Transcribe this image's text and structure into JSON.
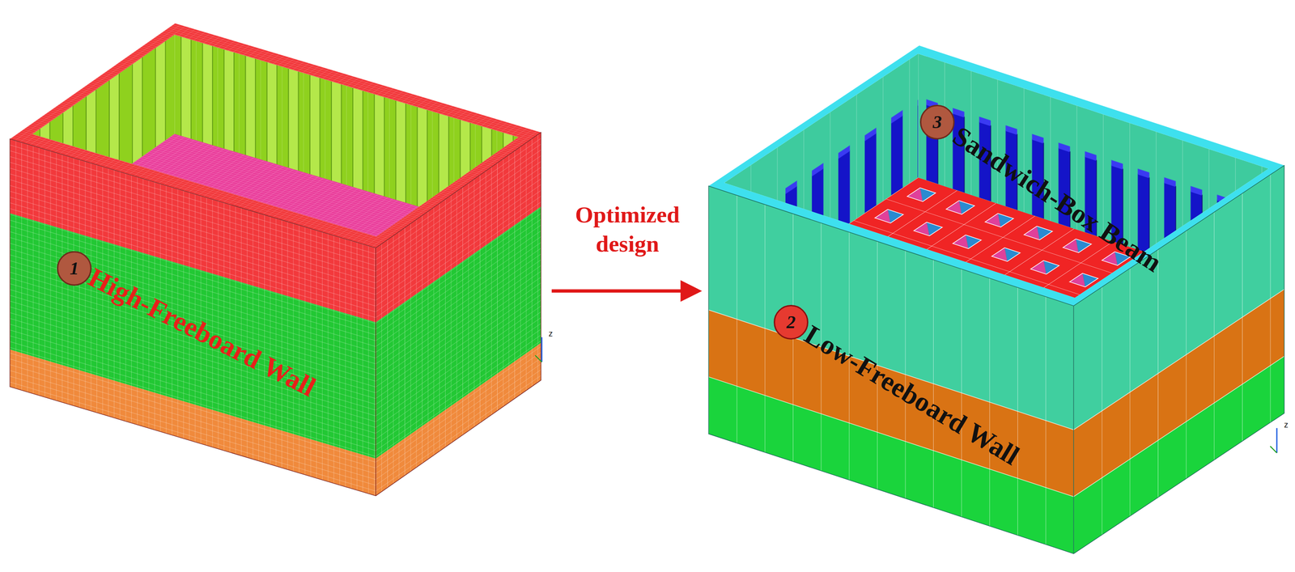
{
  "diagram": {
    "nodes": [
      {
        "text": [
          "1"
        ]
      },
      {
        "text": [
          "2"
        ]
      },
      {
        "text": [
          "3"
        ]
      }
    ],
    "labels": [
      "High-Freeboard Wall",
      "Low-Freeboard Wall",
      "Sandwich-Box Beam",
      "Optimized design",
      "z",
      "z"
    ]
  }
}
